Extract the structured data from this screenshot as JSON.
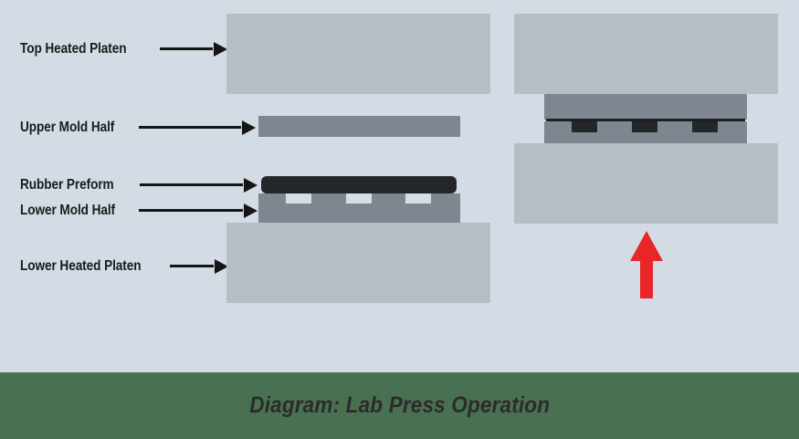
{
  "figure": {
    "background_color": "#d3dce4",
    "caption": {
      "text": "Diagram: Lab Press Operation",
      "bar_color": "#4a7052",
      "text_color": "#2b2b2b"
    }
  },
  "colors": {
    "platen": "#b5bec5",
    "mold": "#7e8790",
    "rubber": "#23272a",
    "cavity": "#d5dee6",
    "force_arrow": "#e8262a",
    "leader": "#151515",
    "label_text": "#1b1b1b"
  },
  "labels": [
    {
      "text": "Top Heated Platen",
      "target": "top-heated-platen"
    },
    {
      "text": "Upper Mold Half",
      "target": "upper-mold-half"
    },
    {
      "text": "Rubber Preform",
      "target": "rubber-preform"
    },
    {
      "text": "Lower Mold Half",
      "target": "lower-mold-half"
    },
    {
      "text": "Lower Heated Platen",
      "target": "lower-heated-platen"
    }
  ],
  "left_view": {
    "name": "open-press-exploded-view",
    "parts": [
      {
        "name": "top-heated-platen",
        "kind": "platen"
      },
      {
        "name": "upper-mold-half",
        "kind": "mold"
      },
      {
        "name": "rubber-preform",
        "kind": "rubber"
      },
      {
        "name": "lower-mold-half",
        "kind": "mold",
        "cavity_count": 3,
        "cavities_filled": false
      },
      {
        "name": "lower-heated-platen",
        "kind": "platen"
      }
    ]
  },
  "right_view": {
    "name": "closed-press-view",
    "parts": [
      {
        "name": "top-heated-platen",
        "kind": "platen"
      },
      {
        "name": "upper-mold-half",
        "kind": "mold"
      },
      {
        "name": "parting-line",
        "kind": "line"
      },
      {
        "name": "lower-mold-half",
        "kind": "mold",
        "cavity_count": 3,
        "cavities_filled": true
      },
      {
        "name": "lower-heated-platen",
        "kind": "platen"
      }
    ],
    "force_arrow": {
      "name": "upward-clamping-force-arrow",
      "direction": "up"
    }
  }
}
